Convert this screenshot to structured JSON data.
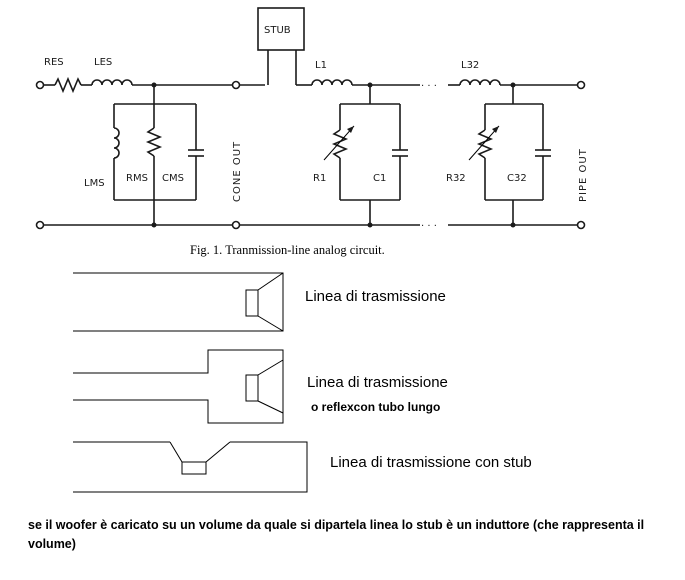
{
  "circuit": {
    "labels": {
      "stub": "STUB",
      "res": "RES",
      "les": "LES",
      "lms": "LMS",
      "rms": "RMS",
      "cms": "CMS",
      "cone_out": "CONE OUT",
      "l1": "L1",
      "r1": "R1",
      "c1": "C1",
      "l32": "L32",
      "r32": "R32",
      "c32": "C32",
      "pipe_out": "PIPE OUT",
      "dots": ". . ."
    },
    "caption": "Fig. 1. Tranmission-line analog circuit."
  },
  "diagrams": {
    "line1_label": "Linea di trasmissione",
    "line2_label": "Linea di trasmissione",
    "line2_sublabel": "o reflexcon tubo lungo",
    "line3_label": "Linea di trasmissione con stub"
  },
  "note": "se il woofer è caricato su un volume da quale si dipartela linea lo stub è un induttore (che rappresenta il volume)"
}
